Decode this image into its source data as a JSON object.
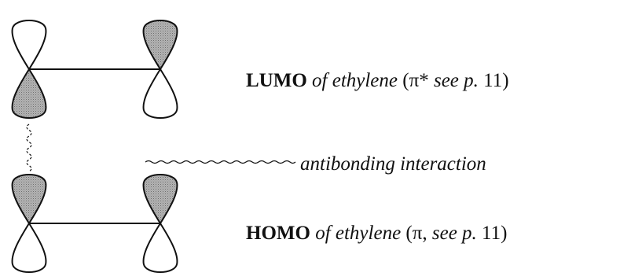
{
  "labels": {
    "lumo": {
      "name": "LUMO",
      "of": "of ethylene",
      "paren_open": "(",
      "symbol": "π*",
      "ref": "see p.",
      "page": "11",
      "paren_close": ")"
    },
    "homo": {
      "name": "HOMO",
      "of": "of ethylene",
      "paren_open": "(",
      "symbol": "π,",
      "ref": "see p.",
      "page": "11",
      "paren_close": ")"
    },
    "interaction": "antibonding interaction"
  },
  "colors": {
    "ink": "#111111",
    "shaded_lobe": "#a6a6a6",
    "background": "#ffffff"
  }
}
